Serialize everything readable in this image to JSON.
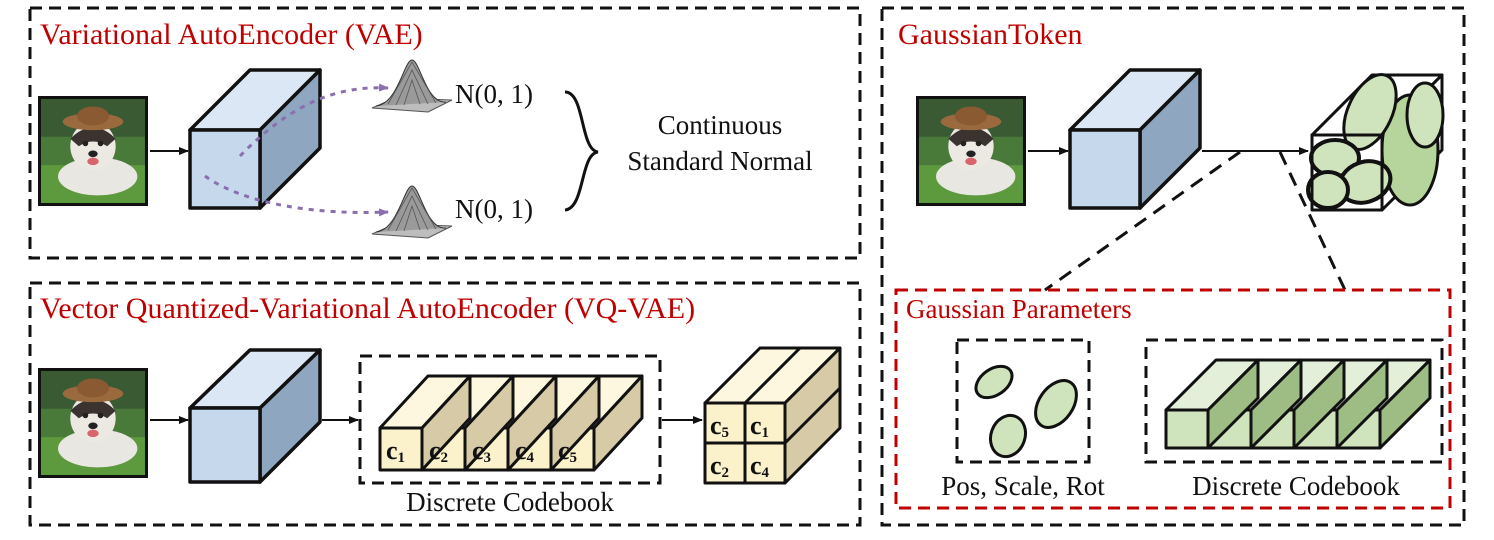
{
  "vae": {
    "title": "Variational AutoEncoder (VAE)",
    "dist_top": "N(0, 1)",
    "dist_bottom": "N(0, 1)",
    "desc_line1": "Continuous",
    "desc_line2": "Standard Normal"
  },
  "vqvae": {
    "title": "Vector Quantized-Variational AutoEncoder (VQ-VAE)",
    "codebook_label": "Discrete Codebook",
    "codes": [
      {
        "letter": "c",
        "sub": "1"
      },
      {
        "letter": "c",
        "sub": "2"
      },
      {
        "letter": "c",
        "sub": "3"
      },
      {
        "letter": "c",
        "sub": "4"
      },
      {
        "letter": "c",
        "sub": "5"
      }
    ],
    "quantized": [
      {
        "letter": "c",
        "sub": "5"
      },
      {
        "letter": "c",
        "sub": "1"
      },
      {
        "letter": "c",
        "sub": "2"
      },
      {
        "letter": "c",
        "sub": "4"
      }
    ]
  },
  "gaussian": {
    "title": "GaussianToken",
    "params_title": "Gaussian Parameters",
    "pos_label": "Pos, Scale, Rot",
    "codebook_label": "Discrete Codebook"
  },
  "colors": {
    "title_red": "#c00000",
    "encoder_blue": "#c5d8ec",
    "codebook_yellow": "#fbf2cc",
    "gaussian_green": "#cfe3bd",
    "arrow_purple": "#8a6fb0"
  }
}
